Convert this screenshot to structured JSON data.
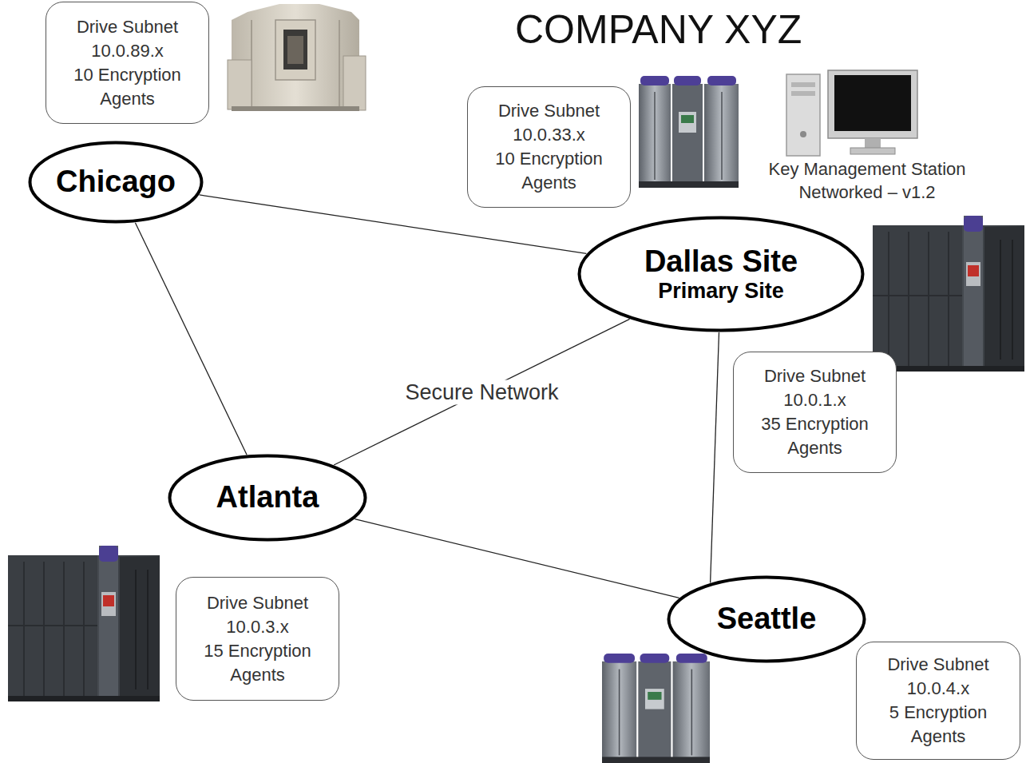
{
  "diagram": {
    "title": "COMPANY XYZ",
    "nodes": [
      {
        "text": [
          "Drive Subnet",
          "10.0.89.x",
          "10 Encryption Agents"
        ]
      },
      {
        "text": [
          "Drive Subnet",
          "10.0.33.x",
          "10 Encryption Agents"
        ]
      },
      {
        "text": [
          "Chicago"
        ]
      },
      {
        "text": [
          "Dallas Site",
          "Primary Site"
        ]
      },
      {
        "text": [
          "Drive Subnet",
          "10.0.1.x",
          "35 Encryption Agents"
        ]
      },
      {
        "text": [
          "Atlanta"
        ]
      },
      {
        "text": [
          "Drive Subnet",
          "10.0.3.x",
          "15 Encryption Agents"
        ]
      },
      {
        "text": [
          "Seattle"
        ]
      },
      {
        "text": [
          "Drive Subnet",
          "10.0.4.x",
          "5 Encryption Agents"
        ]
      }
    ],
    "edges": [
      {
        "from": 2,
        "to": 3,
        "arrow": "none"
      },
      {
        "from": 2,
        "to": 5,
        "arrow": "none"
      },
      {
        "from": 5,
        "to": 3,
        "label": "Secure Network",
        "arrow": "none"
      },
      {
        "from": 5,
        "to": 7,
        "arrow": "none"
      },
      {
        "from": 3,
        "to": 7,
        "arrow": "none"
      }
    ],
    "labels": [
      "Key Management Station Networked – v1.2"
    ]
  }
}
